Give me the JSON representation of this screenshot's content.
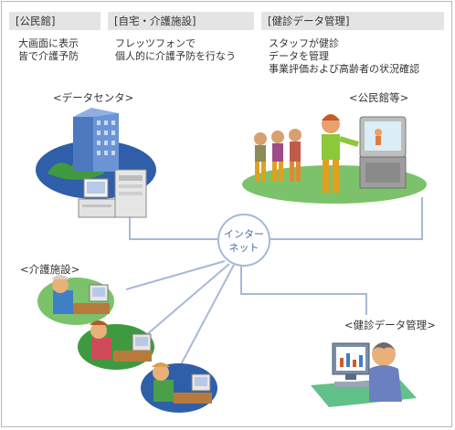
{
  "columns": [
    {
      "header": "[公民館]",
      "lines": [
        "大画面に表示",
        "皆で介護予防"
      ]
    },
    {
      "header": "[自宅・介護施設]",
      "lines": [
        "フレッツフォンで",
        "個人的に介護予防を行なう"
      ]
    },
    {
      "header": "[健診データ管理]",
      "lines": [
        "スタッフが健診",
        "データを管理",
        "事業評価および高齢者の状況確認"
      ]
    }
  ],
  "nodes": {
    "data_center": "<データセンタ>",
    "community_center": "<公民館等>",
    "care_facility": "<介護施設>",
    "health_data": "<健診データ管理>"
  },
  "hub": {
    "line1": "インター",
    "line2": "ネット"
  },
  "colors": {
    "header_bg": "#e4e4e4",
    "line": "#a8b8d8",
    "hub_fill": "#ffffff",
    "ground_green": "#7cc26a",
    "ground_blue": "#2f5fa8",
    "building": "#5a82c4"
  }
}
